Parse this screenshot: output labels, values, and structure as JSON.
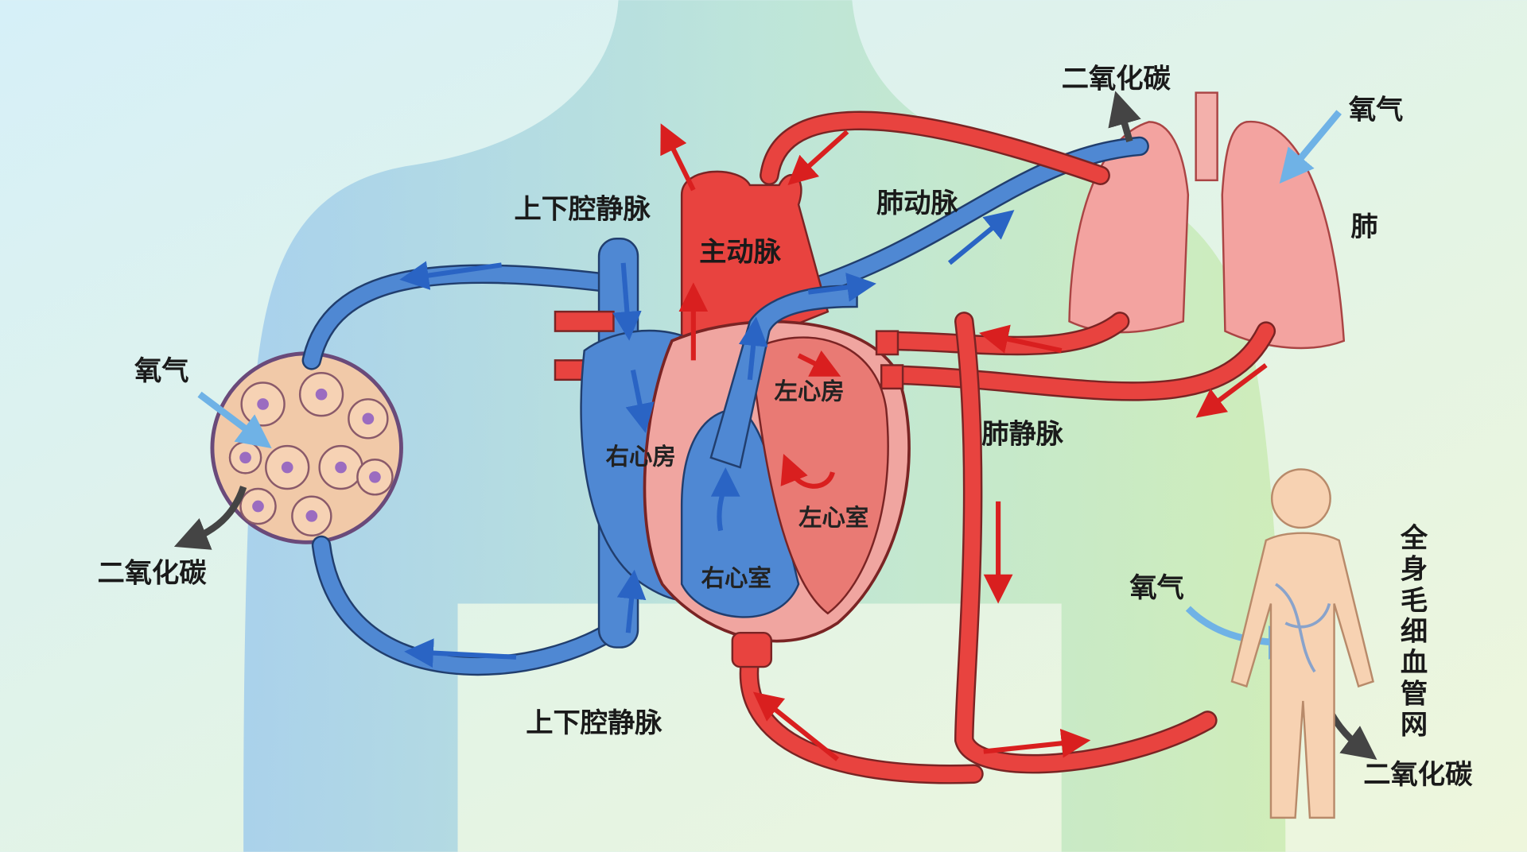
{
  "title": "血液循环示意图",
  "labels": {
    "co2_lung": "二氧化碳",
    "o2_lung": "氧气",
    "lung": "肺",
    "vena_cava_top": "上下腔静脉",
    "aorta": "主动脉",
    "pulmonary_artery": "肺动脉",
    "o2_tissue": "氧气",
    "co2_tissue": "二氧化碳",
    "left_atrium": "左心房",
    "right_atrium": "右心房",
    "pulmonary_vein": "肺静脉",
    "left_ventricle": "左心室",
    "right_ventricle": "右心室",
    "vena_cava_bottom": "上下腔静脉",
    "o2_body": "氧气",
    "body_capillaries": [
      "全",
      "身",
      "毛",
      "细",
      "血",
      "管",
      "网"
    ],
    "co2_body": "二氧化碳"
  },
  "colors": {
    "oxygenated": "#e8433f",
    "deoxygenated": "#4f88d3",
    "lung": "#f3a3a0",
    "background": "#dff1f4"
  }
}
